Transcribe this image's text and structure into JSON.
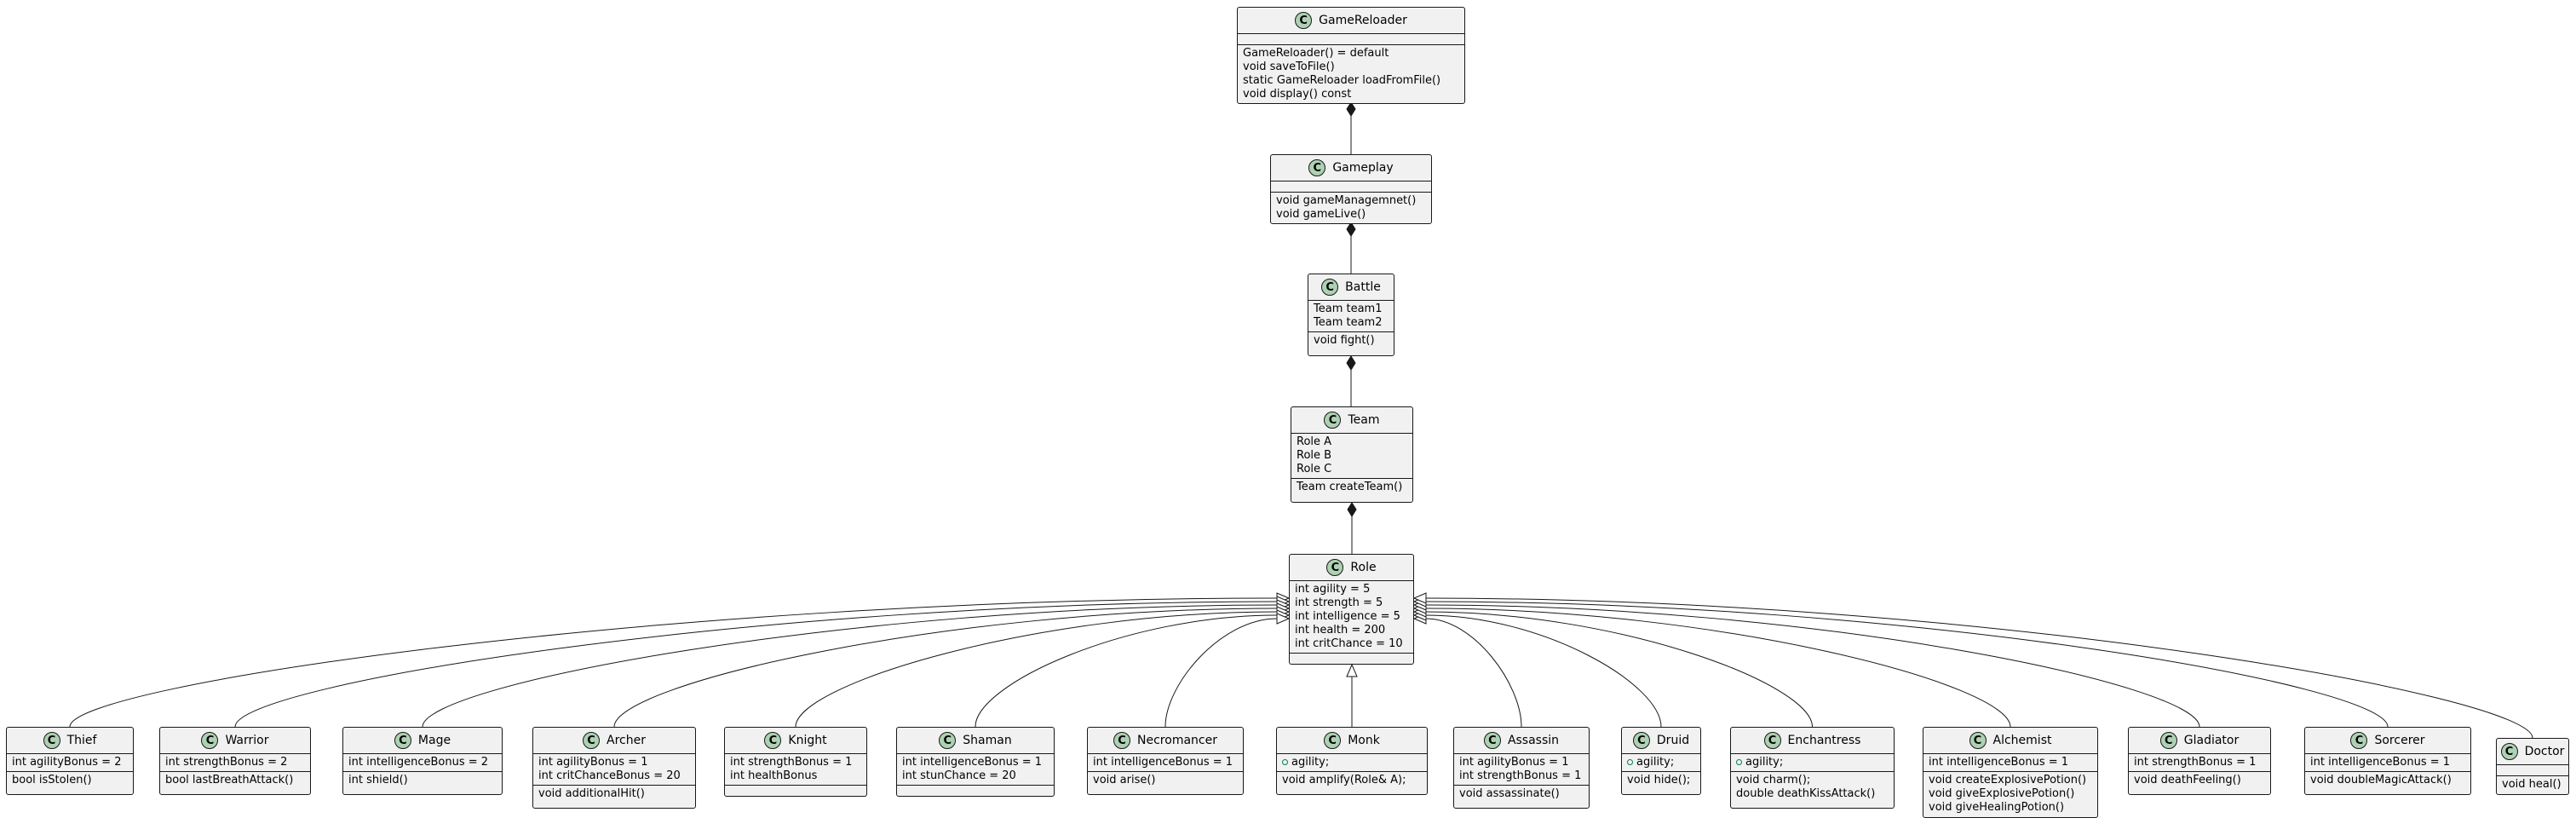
{
  "colors": {
    "background": "#ffffff",
    "box": "#f1f1f1",
    "border": "#181818",
    "badge": "#add1b2",
    "visibility": "#038048"
  },
  "classes": [
    {
      "id": "GameReloader",
      "badge": "C",
      "name": "GameReloader",
      "attributes": [],
      "methods": [
        "GameReloader() = default",
        "void saveToFile()",
        "static GameReloader loadFromFile()",
        "void display() const"
      ]
    },
    {
      "id": "Gameplay",
      "badge": "C",
      "name": "Gameplay",
      "attributes": [],
      "methods": [
        "void gameManagemnet()",
        "void gameLive()"
      ]
    },
    {
      "id": "Battle",
      "badge": "C",
      "name": "Battle",
      "attributes": [
        "Team team1",
        "Team team2"
      ],
      "methods": [
        "void fight()"
      ]
    },
    {
      "id": "Team",
      "badge": "C",
      "name": "Team",
      "attributes": [
        "Role A",
        "Role B",
        "Role C"
      ],
      "methods": [
        "Team createTeam()"
      ]
    },
    {
      "id": "Role",
      "badge": "C",
      "name": "Role",
      "attributes": [
        "int agility = 5",
        "int strength = 5",
        "int intelligence = 5",
        "int health = 200",
        "int critChance = 10"
      ],
      "methods": []
    },
    {
      "id": "Thief",
      "badge": "C",
      "name": "Thief",
      "attributes": [
        "int agilityBonus = 2"
      ],
      "methods": [
        "bool isStolen()"
      ]
    },
    {
      "id": "Warrior",
      "badge": "C",
      "name": "Warrior",
      "attributes": [
        "int strengthBonus = 2"
      ],
      "methods": [
        "bool lastBreathAttack()"
      ]
    },
    {
      "id": "Mage",
      "badge": "C",
      "name": "Mage",
      "attributes": [
        "int intelligenceBonus = 2"
      ],
      "methods": [
        "int shield()"
      ]
    },
    {
      "id": "Archer",
      "badge": "C",
      "name": "Archer",
      "attributes": [
        "int agilityBonus = 1",
        "int critChanceBonus = 20"
      ],
      "methods": [
        "void additionalHit()"
      ]
    },
    {
      "id": "Knight",
      "badge": "C",
      "name": "Knight",
      "attributes": [
        "int strengthBonus = 1",
        "int healthBonus"
      ],
      "methods": []
    },
    {
      "id": "Shaman",
      "badge": "C",
      "name": "Shaman",
      "attributes": [
        "int intelligenceBonus = 1",
        "int stunChance = 20"
      ],
      "methods": []
    },
    {
      "id": "Necromancer",
      "badge": "C",
      "name": "Necromancer",
      "attributes": [
        "int intelligenceBonus = 1"
      ],
      "methods": [
        "void arise()"
      ]
    },
    {
      "id": "Monk",
      "badge": "C",
      "name": "Monk",
      "attributes": [
        "agility;"
      ],
      "methods": [
        "void amplify(Role& A);"
      ],
      "publicAttrs": true
    },
    {
      "id": "Assassin",
      "badge": "C",
      "name": "Assassin",
      "attributes": [
        "int agilityBonus = 1",
        "int strengthBonus = 1"
      ],
      "methods": [
        "void assassinate()"
      ]
    },
    {
      "id": "Druid",
      "badge": "C",
      "name": "Druid",
      "attributes": [
        "agility;"
      ],
      "methods": [
        "void hide();"
      ],
      "publicAttrs": true
    },
    {
      "id": "Enchantress",
      "badge": "C",
      "name": "Enchantress",
      "attributes": [
        "agility;"
      ],
      "methods": [
        "void charm();",
        "double deathKissAttack()"
      ],
      "publicAttrs": true
    },
    {
      "id": "Alchemist",
      "badge": "C",
      "name": "Alchemist",
      "attributes": [
        "int intelligenceBonus = 1"
      ],
      "methods": [
        "void createExplosivePotion()",
        "void giveExplosivePotion()",
        "void giveHealingPotion()"
      ]
    },
    {
      "id": "Gladiator",
      "badge": "C",
      "name": "Gladiator",
      "attributes": [
        "int strengthBonus = 1"
      ],
      "methods": [
        "void deathFeeling()"
      ]
    },
    {
      "id": "Sorcerer",
      "badge": "C",
      "name": "Sorcerer",
      "attributes": [
        "int intelligenceBonus = 1"
      ],
      "methods": [
        "void doubleMagicAttack()"
      ]
    },
    {
      "id": "Doctor",
      "badge": "C",
      "name": "Doctor",
      "attributes": [],
      "methods": [
        "void heal()"
      ]
    }
  ],
  "compositions": [
    {
      "whole": "GameReloader",
      "part": "Gameplay"
    },
    {
      "whole": "Gameplay",
      "part": "Battle"
    },
    {
      "whole": "Battle",
      "part": "Team"
    },
    {
      "whole": "Team",
      "part": "Role"
    }
  ],
  "generalizations": [
    {
      "parent": "Role",
      "child": "Thief"
    },
    {
      "parent": "Role",
      "child": "Warrior"
    },
    {
      "parent": "Role",
      "child": "Mage"
    },
    {
      "parent": "Role",
      "child": "Archer"
    },
    {
      "parent": "Role",
      "child": "Knight"
    },
    {
      "parent": "Role",
      "child": "Shaman"
    },
    {
      "parent": "Role",
      "child": "Necromancer"
    },
    {
      "parent": "Role",
      "child": "Monk"
    },
    {
      "parent": "Role",
      "child": "Assassin"
    },
    {
      "parent": "Role",
      "child": "Druid"
    },
    {
      "parent": "Role",
      "child": "Enchantress"
    },
    {
      "parent": "Role",
      "child": "Alchemist"
    },
    {
      "parent": "Role",
      "child": "Gladiator"
    },
    {
      "parent": "Role",
      "child": "Sorcerer"
    },
    {
      "parent": "Role",
      "child": "Doctor"
    }
  ]
}
